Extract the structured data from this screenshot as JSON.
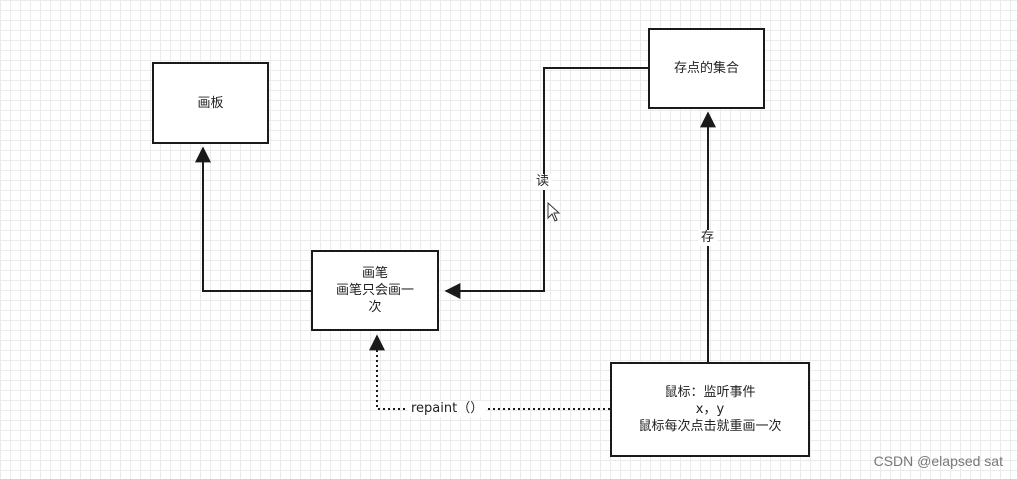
{
  "nodes": {
    "canvas_board": "画板",
    "point_set": "存点的集合",
    "brush": "画笔\n画笔只会画一\n次",
    "mouse": "鼠标：监听事件\nx，y\n鼠标每次点击就重画一次"
  },
  "edges": {
    "read": "读",
    "store": "存",
    "repaint": "repaint（）"
  },
  "watermark": "CSDN @elapsed sat"
}
